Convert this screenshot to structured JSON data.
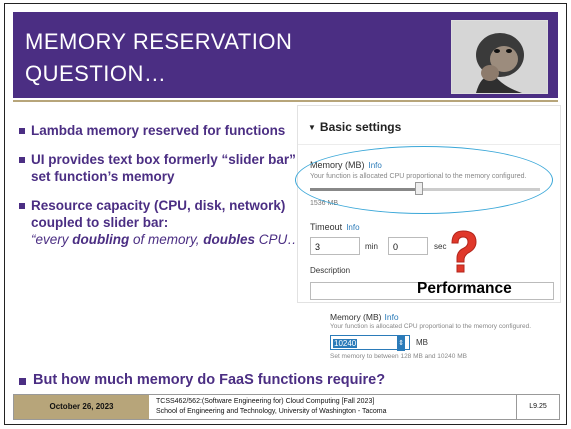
{
  "title": "MEMORY RESERVATION QUESTION…",
  "bullets": [
    "Lambda memory reserved for functions",
    "UI provides text box formerly “slider bar” to set function’s memory",
    "Resource capacity (CPU, disk, network) coupled to slider bar:"
  ],
  "quote": {
    "part1": "“every ",
    "em1": "doubling",
    "part2": " of memory, ",
    "em2": "doubles",
    "part3": " CPU…”"
  },
  "final_bullet": "But how much memory do FaaS functions require?",
  "console_panel": {
    "heading": "Basic settings",
    "memory_label": "Memory (MB)",
    "info": "Info",
    "memory_desc": "Your function is allocated CPU proportional to the memory configured.",
    "memory_value": "1536 MB",
    "slider_fraction": 0.47,
    "timeout_label": "Timeout",
    "timeout_min": "3",
    "timeout_min_unit": "min",
    "timeout_sec": "0",
    "timeout_sec_unit": "sec",
    "description_label": "Description"
  },
  "performance_label": "Performance",
  "memory_panel": {
    "label": "Memory (MB)",
    "info": "Info",
    "desc": "Your function is allocated CPU proportional to the memory configured.",
    "input_value": "10240",
    "unit": "MB",
    "note": "Set memory to between 128 MB and 10240 MB"
  },
  "footer": {
    "date": "October 26, 2023",
    "course_line1": "TCSS462/562:(Software Engineering for) Cloud Computing [Fall 2023]",
    "course_line2": "School of Engineering and Technology, University of Washington - Tacoma",
    "page": "L9.25"
  },
  "colors": {
    "uw_purple": "#4b2e83",
    "uw_gold": "#b7a57a",
    "question_mark": "#e0382a"
  },
  "images": {
    "thinking_chimp": "thinking-chimp-image"
  }
}
